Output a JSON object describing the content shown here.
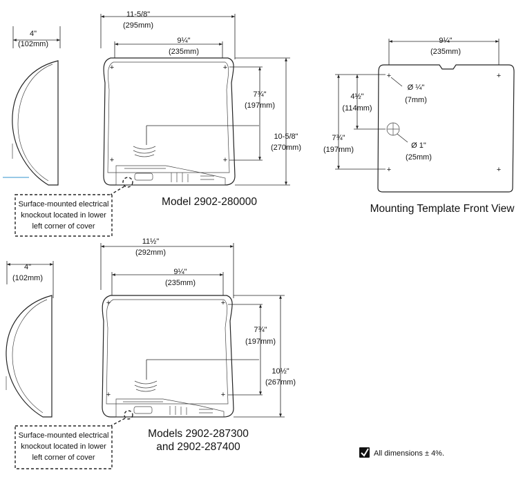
{
  "top": {
    "side": {
      "width": "4\"",
      "width_mm": "(102mm)"
    },
    "front": {
      "overall_width": "11-5/8\"",
      "overall_width_mm": "(295mm)",
      "hole_width": "9¼\"",
      "hole_width_mm": "(235mm)",
      "hole_height": "7¾\"",
      "hole_height_mm": "(197mm)",
      "overall_height": "10-5/8\"",
      "overall_height_mm": "(270mm)"
    },
    "note": [
      "Surface-mounted electrical",
      "knockout located in lower",
      "left corner of cover"
    ],
    "caption": "Model 2902-280000"
  },
  "template": {
    "hole_width": "9¼\"",
    "hole_width_mm": "(235mm)",
    "small_dia": "Ø ¼\"",
    "small_dia_mm": "(7mm)",
    "vert_to_knockout": "4½\"",
    "vert_to_knockout_mm": "(114mm)",
    "hole_height": "7¾\"",
    "hole_height_mm": "(197mm)",
    "large_dia": "Ø 1\"",
    "large_dia_mm": "(25mm)",
    "caption": "Mounting Template Front View"
  },
  "bottom": {
    "side": {
      "width": "4\"",
      "width_mm": "(102mm)"
    },
    "front": {
      "overall_width": "11½\"",
      "overall_width_mm": "(292mm)",
      "hole_width": "9¼\"",
      "hole_width_mm": "(235mm)",
      "hole_height": "7¾\"",
      "hole_height_mm": "(197mm)",
      "overall_height": "10½\"",
      "overall_height_mm": "(267mm)"
    },
    "note": [
      "Surface-mounted electrical",
      "knockout located in lower",
      "left corner of cover"
    ],
    "caption_line1": "Models 2902-287300",
    "caption_line2": "and 2902-287400"
  },
  "tolerance": {
    "text": "All dimensions ± 4%."
  }
}
